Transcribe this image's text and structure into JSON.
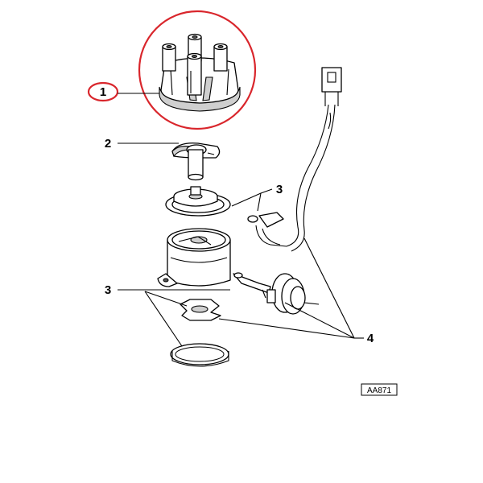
{
  "callouts": {
    "c1": "1",
    "c2": "2",
    "c3a": "3",
    "c3b": "3",
    "c4": "4"
  },
  "reference_code": "AA871",
  "highlight_color": "#d9262c",
  "parts": [
    {
      "id": "1",
      "icon": "distributor-cap-icon"
    },
    {
      "id": "2",
      "icon": "rotor-arm-icon"
    },
    {
      "id": "3",
      "icon": "seal-and-plate-icon"
    },
    {
      "id": "4",
      "icon": "vacuum-unit-and-harness-icon"
    }
  ]
}
